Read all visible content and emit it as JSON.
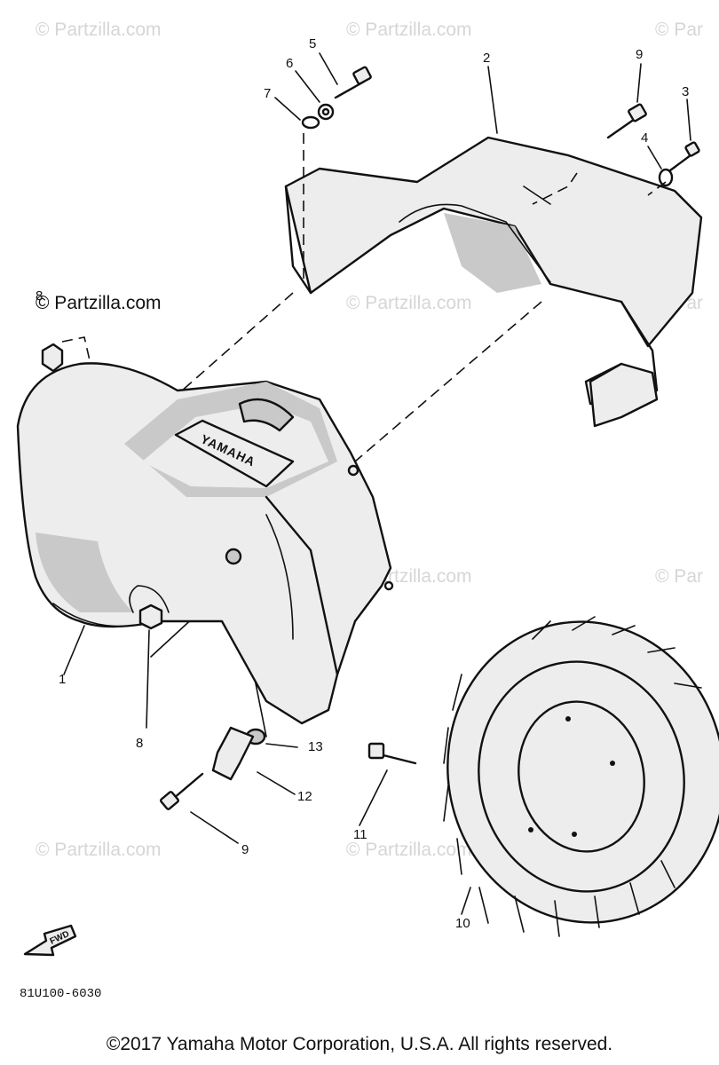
{
  "watermark": {
    "text": "© Partzilla.com",
    "text_partial": "© Par",
    "text_dark": "© Partzilla.com"
  },
  "callouts": [
    "1",
    "2",
    "3",
    "4",
    "5",
    "6",
    "7",
    "8",
    "8",
    "9",
    "9",
    "10",
    "11",
    "12",
    "13"
  ],
  "embossed_logo": "YAMAHA",
  "arrow_label": "FWD",
  "diagram_code": "81U100-6030",
  "copyright": "©2017 Yamaha Motor Corporation, U.S.A. All rights reserved."
}
